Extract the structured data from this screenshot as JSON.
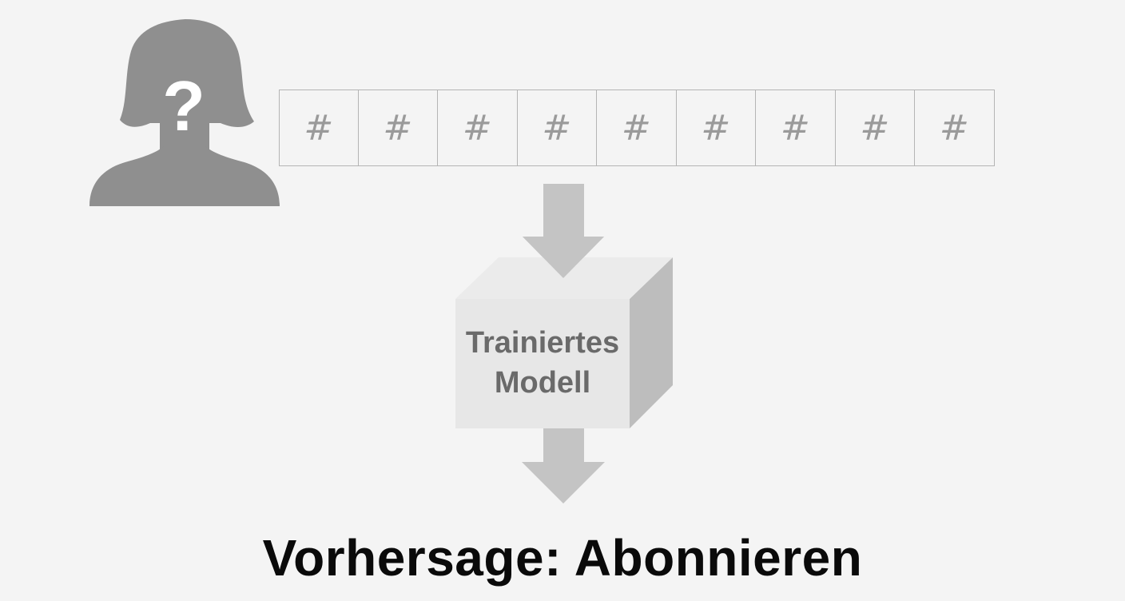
{
  "person": {
    "icon": "unknown-person-icon",
    "symbol": "?"
  },
  "features": {
    "cells": [
      "#",
      "#",
      "#",
      "#",
      "#",
      "#",
      "#",
      "#",
      "#"
    ]
  },
  "model": {
    "line1": "Trainiertes",
    "line2": "Modell"
  },
  "prediction": {
    "text": "Vorhersage: Abonnieren"
  },
  "colors": {
    "background": "#f4f4f4",
    "silhouette": "#8f8f8f",
    "arrow": "#c4c4c4",
    "box_front": "#e7e7e7",
    "box_top": "#ebebeb",
    "box_side": "#bdbdbd",
    "label": "#6a6a6a",
    "prediction_text": "#0a0a0a"
  }
}
